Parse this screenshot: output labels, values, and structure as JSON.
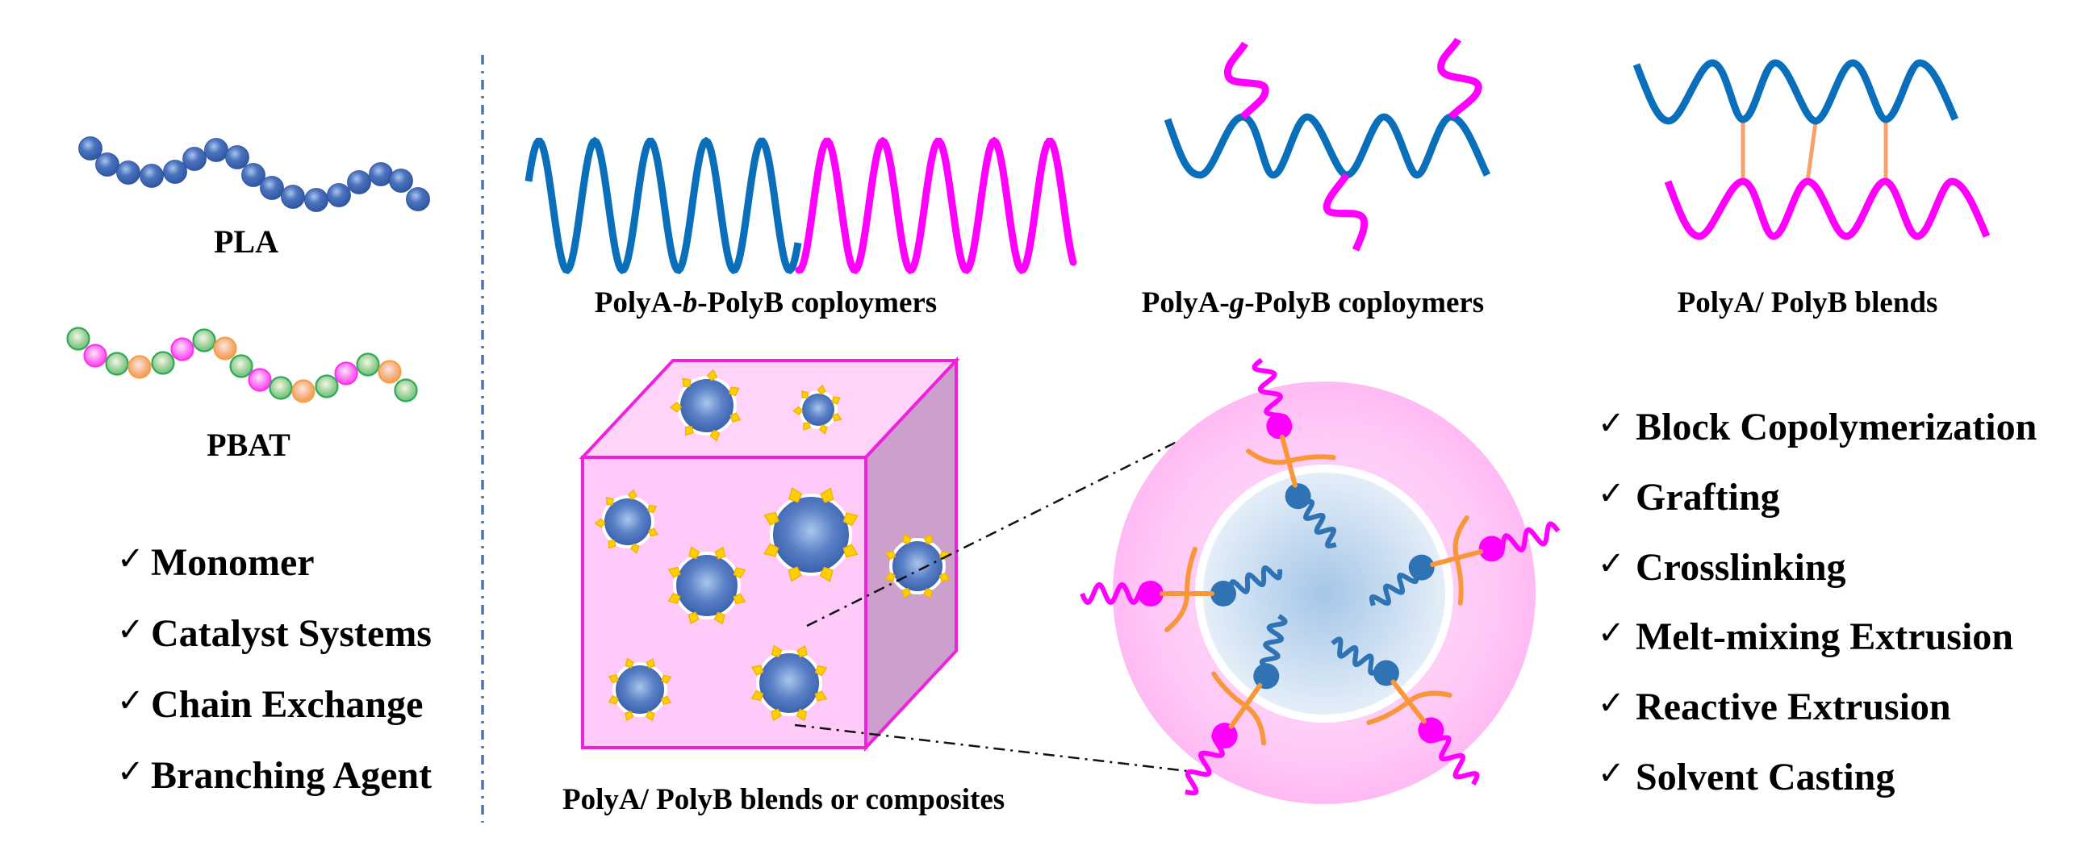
{
  "figure": {
    "colors": {
      "polyA": "#0a6fbb",
      "polyB": "#ff00ff",
      "linker": "#f7a26b",
      "bead_blue": "#3f66b0",
      "bead_green": "#2eaa55",
      "bead_magenta": "#ff33ee",
      "bead_orange": "#f5a04a",
      "matrix_pink": "#ffccf6",
      "cube_side": "#cc9fcc",
      "cube_edge": "#ee22dd",
      "divider": "#4f6fb0",
      "particle_core": "#3f66b0",
      "particle_spike": "#ffcc00",
      "core_blue": "#a9c9ea",
      "graft_orange": "#f7973a"
    },
    "polymers": {
      "pla": {
        "label": "PLA",
        "bead_colors": [
          "blue",
          "blue",
          "blue",
          "blue",
          "blue",
          "blue",
          "blue",
          "blue",
          "blue",
          "blue",
          "blue",
          "blue",
          "blue",
          "blue",
          "blue",
          "blue",
          "blue"
        ]
      },
      "pbat": {
        "label": "PBAT",
        "bead_colors": [
          "green",
          "magenta",
          "green",
          "orange",
          "green",
          "magenta",
          "green",
          "orange",
          "green",
          "magenta",
          "green",
          "orange",
          "green",
          "magenta",
          "green",
          "orange",
          "green"
        ]
      }
    },
    "synthesis_strategies": {
      "check_symbol": "✓",
      "items": [
        {
          "label": "Monomer"
        },
        {
          "label": "Catalyst Systems"
        },
        {
          "label": "Chain Exchange"
        },
        {
          "label": "Branching Agent"
        }
      ]
    },
    "architectures": [
      {
        "id": "block",
        "label_pre": "PolyA-",
        "label_it": "b",
        "label_post": "-PolyB coploymers"
      },
      {
        "id": "graft",
        "label_pre": "PolyA-",
        "label_it": "g",
        "label_post": "-PolyB coploymers"
      },
      {
        "id": "blend",
        "label_pre": "PolyA/ PolyB blends",
        "label_it": "",
        "label_post": ""
      }
    ],
    "composite": {
      "label": "PolyA/ PolyB blends or composites"
    },
    "modification_methods": {
      "check_symbol": "✓",
      "items": [
        {
          "label": "Block Copolymerization"
        },
        {
          "label": "Grafting"
        },
        {
          "label": "Crosslinking"
        },
        {
          "label": "Melt-mixing Extrusion"
        },
        {
          "label": "Reactive Extrusion"
        },
        {
          "label": "Solvent Casting"
        }
      ]
    }
  }
}
